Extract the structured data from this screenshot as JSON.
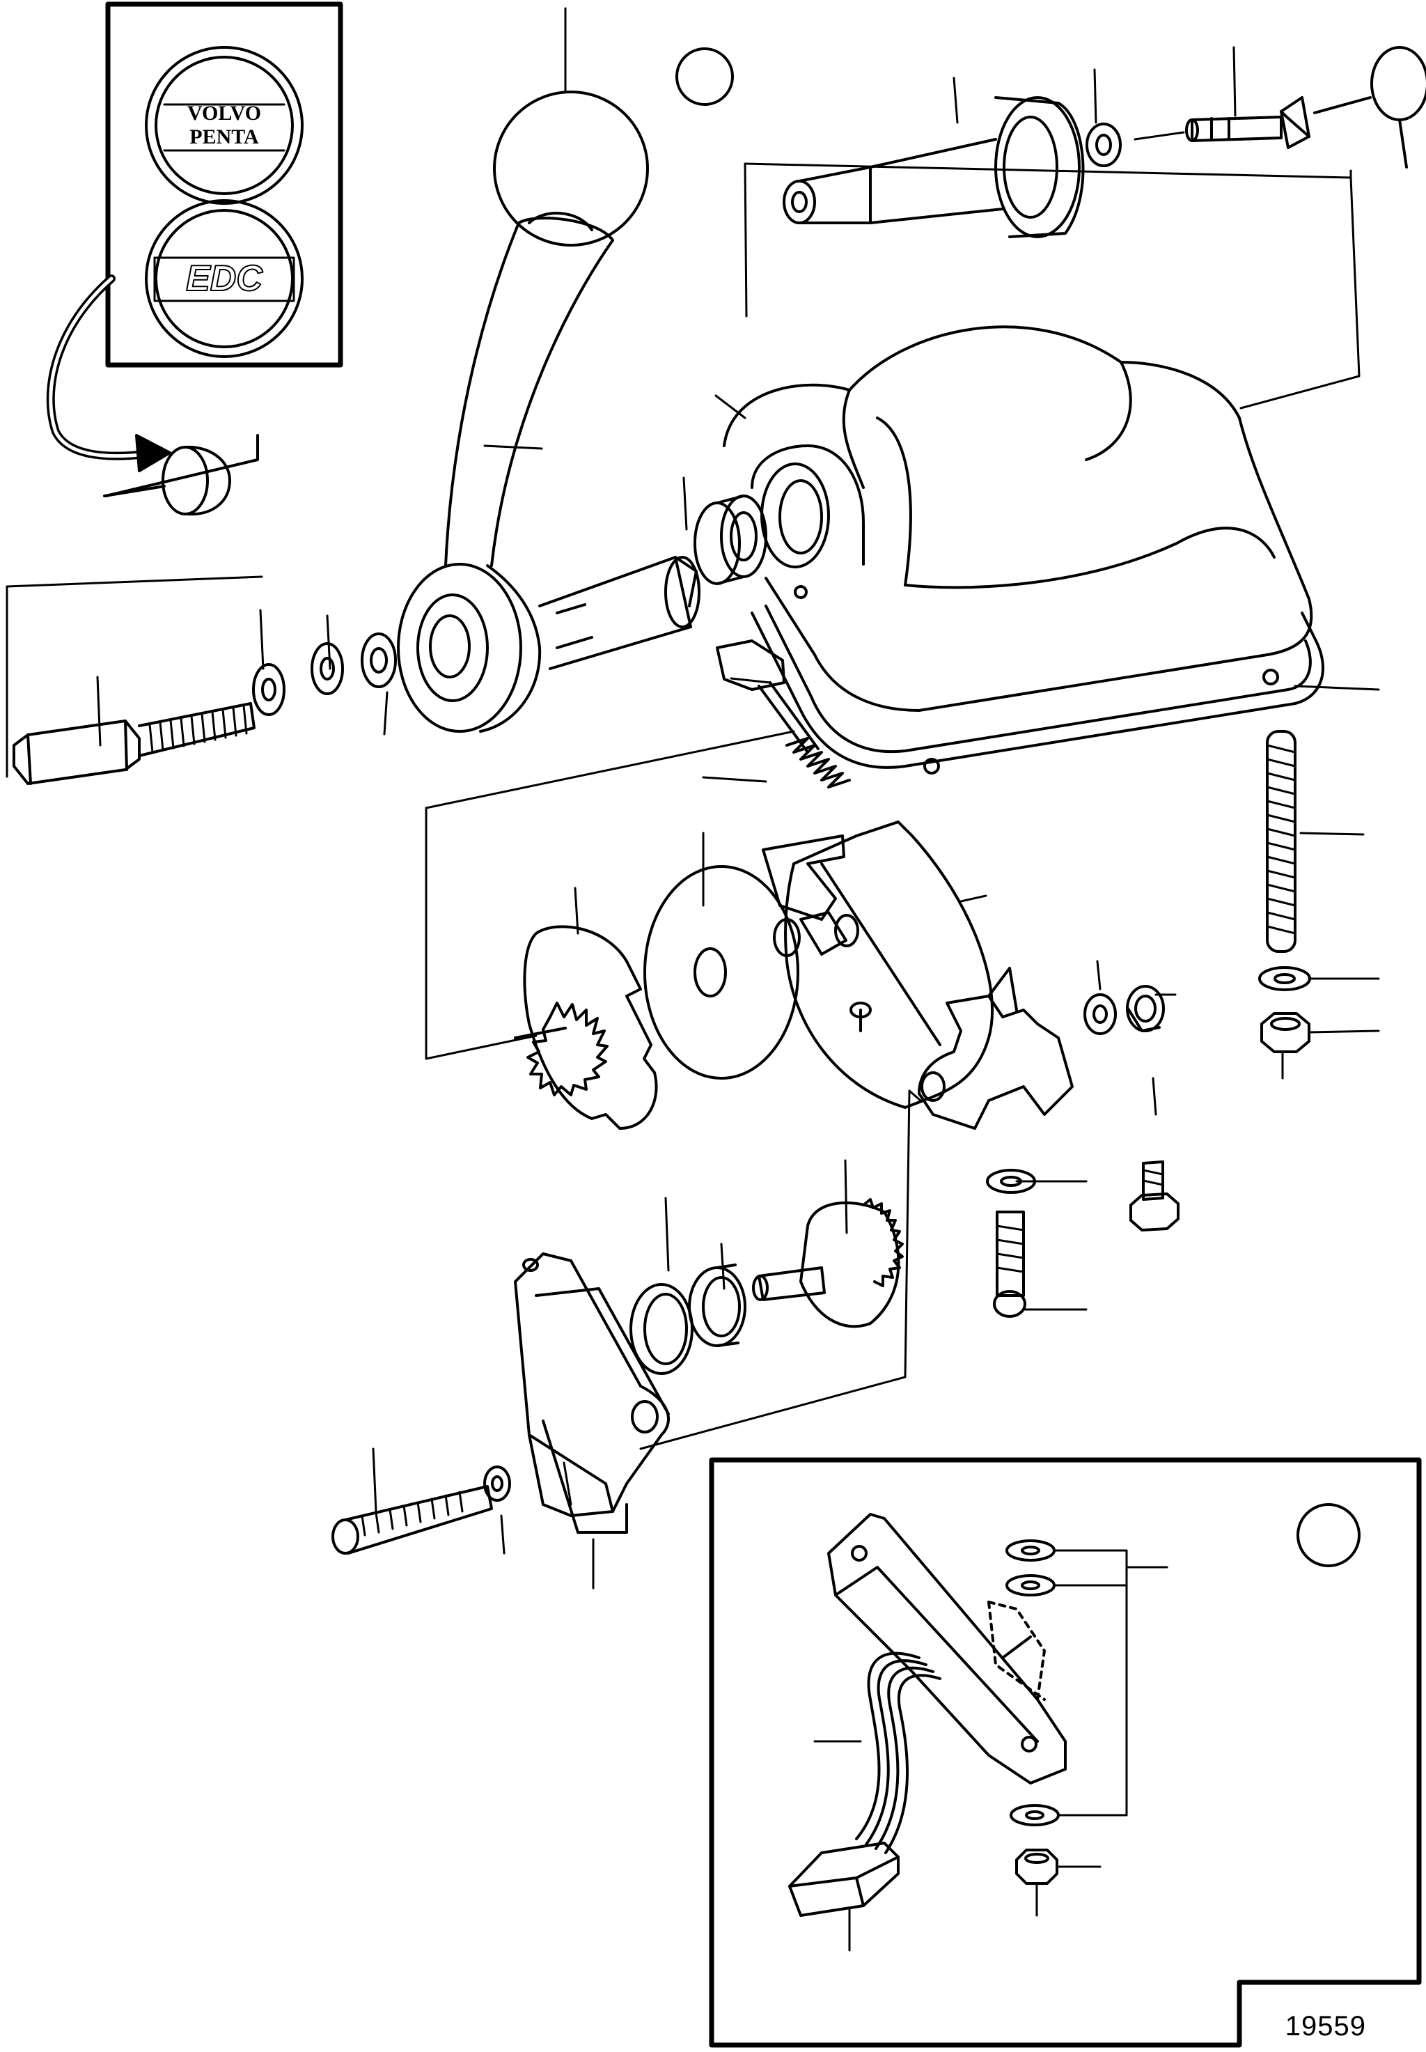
{
  "badges": {
    "volvo_line1": "VOLVO",
    "volvo_line2": "PENTA",
    "edc": "EDC"
  },
  "reference_number": "19559",
  "colors": {
    "line": "#000000",
    "background": "#ffffff"
  }
}
